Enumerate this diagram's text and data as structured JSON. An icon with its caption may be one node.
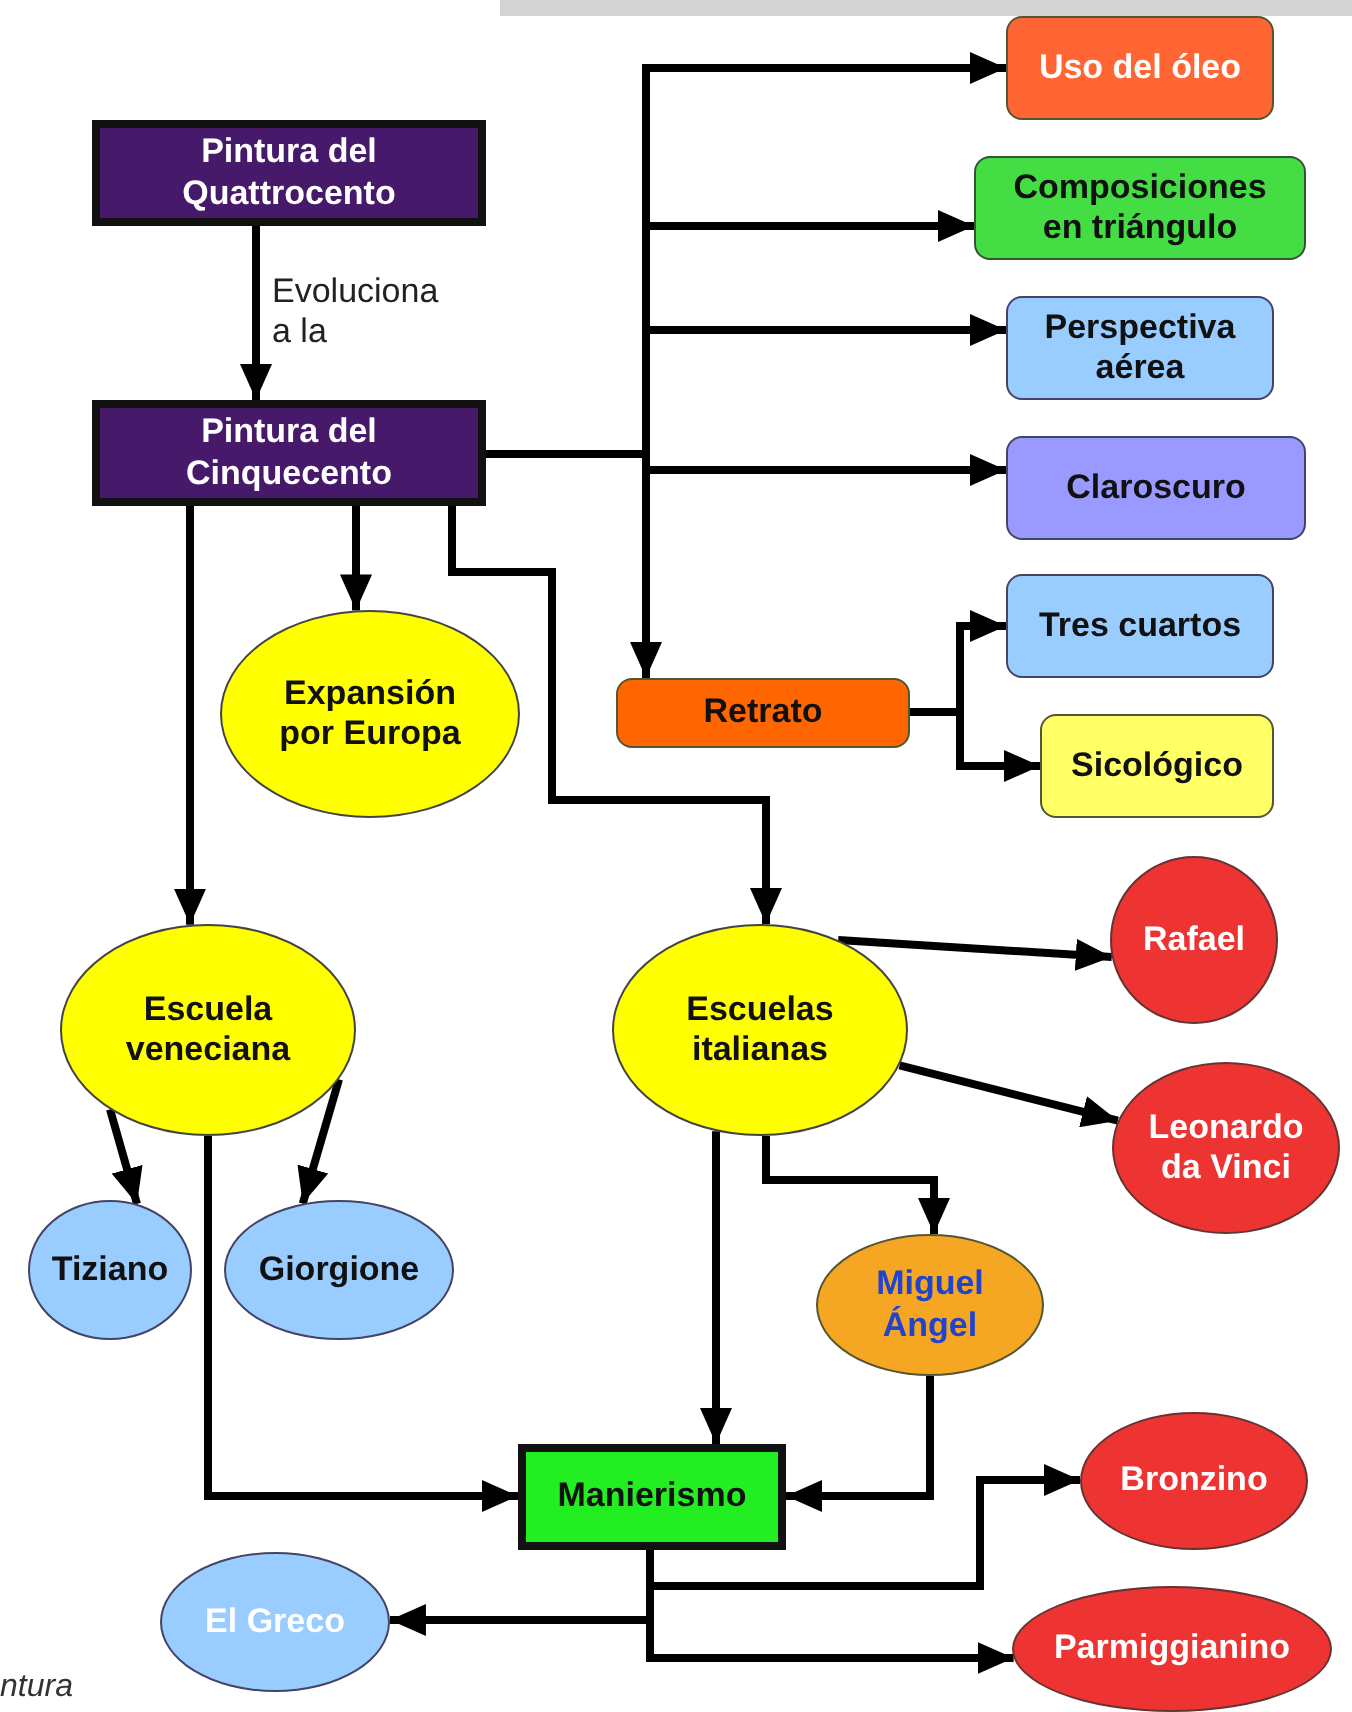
{
  "diagram": {
    "nodes": [
      {
        "text": [
          "Pintura del Quattrocento"
        ]
      },
      {
        "text": [
          "Pintura del Cinquecento"
        ]
      },
      {
        "text": [
          "Uso del óleo"
        ]
      },
      {
        "text": [
          "Composiciones en triángulo"
        ]
      },
      {
        "text": [
          "Perspectiva aérea"
        ]
      },
      {
        "text": [
          "Claroscuro"
        ]
      },
      {
        "text": [
          "Expansión por Europa"
        ]
      },
      {
        "text": [
          "Retrato"
        ]
      },
      {
        "text": [
          "Tres cuartos"
        ]
      },
      {
        "text": [
          "Sicológico"
        ]
      },
      {
        "text": [
          "Escuela veneciana"
        ]
      },
      {
        "text": [
          "Escuelas italianas"
        ]
      },
      {
        "text": [
          "Rafael"
        ]
      },
      {
        "text": [
          "Leonardo da Vinci"
        ]
      },
      {
        "text": [
          "Tiziano"
        ]
      },
      {
        "text": [
          "Giorgione"
        ]
      },
      {
        "text": [
          "Miguel Ángel"
        ]
      },
      {
        "text": [
          "Manierismo"
        ]
      },
      {
        "text": [
          "Bronzino"
        ]
      },
      {
        "text": [
          "El Greco"
        ]
      },
      {
        "text": [
          "Parmiggianino"
        ]
      }
    ],
    "edges": [
      {
        "from": 0,
        "to": 1,
        "arrow": "to",
        "label": "Evoluciona a la"
      },
      {
        "from": 1,
        "to": 2,
        "arrow": "to"
      },
      {
        "from": 1,
        "to": 3,
        "arrow": "to"
      },
      {
        "from": 1,
        "to": 4,
        "arrow": "to"
      },
      {
        "from": 1,
        "to": 5,
        "arrow": "to"
      },
      {
        "from": 1,
        "to": 7,
        "arrow": "to"
      },
      {
        "from": 1,
        "to": 6,
        "arrow": "to"
      },
      {
        "from": 1,
        "to": 10,
        "arrow": "to"
      },
      {
        "from": 1,
        "to": 11,
        "arrow": "to"
      },
      {
        "from": 7,
        "to": 8,
        "arrow": "to"
      },
      {
        "from": 7,
        "to": 9,
        "arrow": "to"
      },
      {
        "from": 11,
        "to": 12,
        "arrow": "to"
      },
      {
        "from": 11,
        "to": 13,
        "arrow": "to"
      },
      {
        "from": 10,
        "to": 14,
        "arrow": "to"
      },
      {
        "from": 10,
        "to": 15,
        "arrow": "to"
      },
      {
        "from": 10,
        "to": 17,
        "arrow": "to"
      },
      {
        "from": 11,
        "to": 17,
        "arrow": "to"
      },
      {
        "from": 11,
        "to": 16,
        "arrow": "to"
      },
      {
        "from": 16,
        "to": 17,
        "arrow": "to"
      },
      {
        "from": 17,
        "to": 18,
        "arrow": "to"
      },
      {
        "from": 17,
        "to": 19,
        "arrow": "to"
      },
      {
        "from": 17,
        "to": 20,
        "arrow": "to"
      }
    ],
    "labels": [
      "ntura"
    ]
  }
}
